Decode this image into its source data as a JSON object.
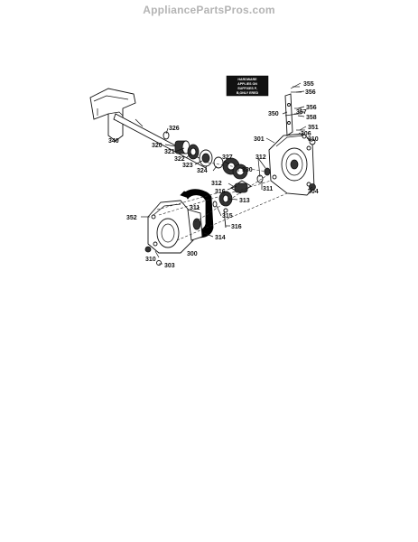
{
  "header": {
    "watermark": "AppliancePartsPros.com"
  },
  "hardware_note": {
    "lines": [
      "HARDWARE",
      "APPLIES ON",
      "SUFFIXES P,",
      "B,ONLY ERED"
    ]
  },
  "part_numbers": {
    "p300": "300",
    "p301": "301",
    "p303": "303",
    "p304": "304",
    "p306": "306",
    "p310a": "310",
    "p310b": "310",
    "p311a": "311",
    "p311b": "311",
    "p312a": "312",
    "p312b": "312",
    "p313": "313",
    "p314": "314",
    "p315": "315",
    "p316a": "316",
    "p316b": "316",
    "p320": "320",
    "p321": "321",
    "p322": "322",
    "p323": "323",
    "p324": "324",
    "p326": "326",
    "p327": "327",
    "p330": "330",
    "p340": "340",
    "p350": "350",
    "p351": "351",
    "p352": "352",
    "p355": "355",
    "p356a": "356",
    "p356b": "356",
    "p357": "357",
    "p358": "358"
  }
}
